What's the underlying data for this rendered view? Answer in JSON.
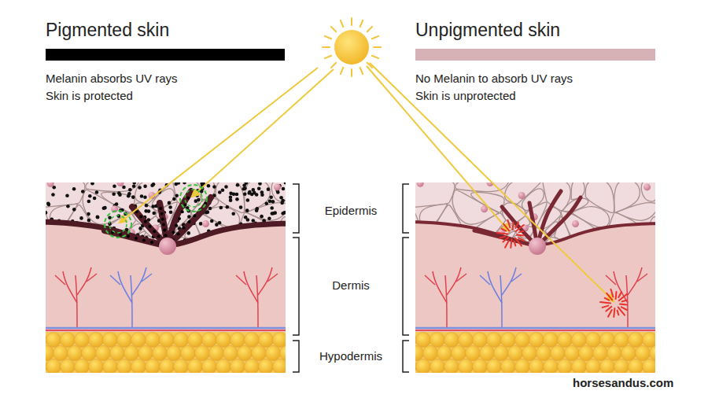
{
  "diagram": {
    "labels": [
      "Pigmented skin",
      "Melanin absorbs UV rays",
      "Skin is protected",
      "Unpigmented skin",
      "No Melanin to absorb UV rays",
      "Skin is unprotected",
      "Epidermis",
      "Dermis",
      "Hypodermis",
      "horsesandus.com"
    ]
  }
}
